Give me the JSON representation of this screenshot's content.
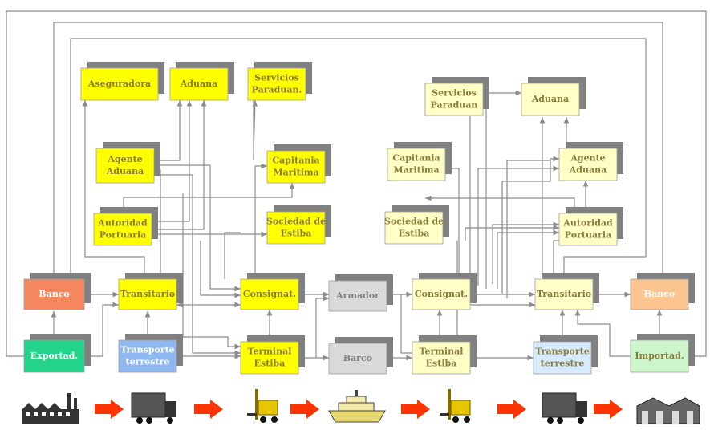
{
  "nodes": {
    "aseguradora": {
      "label": [
        "Aseguradora"
      ],
      "color": "#ffff00",
      "text_color": "#8a7d3c"
    },
    "aduana_exp": {
      "label": [
        "Aduana"
      ],
      "color": "#ffff00",
      "text_color": "#8a7d3c"
    },
    "servicios_exp": {
      "label": [
        "Servicios",
        "Paraduan."
      ],
      "color": "#ffff00",
      "text_color": "#8a7d3c"
    },
    "agente_exp": {
      "label": [
        "Agente",
        "Aduana"
      ],
      "color": "#ffff00",
      "text_color": "#8a7d3c"
    },
    "capitania_exp": {
      "label": [
        "Capitania",
        "Maritima"
      ],
      "color": "#ffff00",
      "text_color": "#8a7d3c"
    },
    "autoridad_exp": {
      "label": [
        "Autoridad",
        "Portuaria"
      ],
      "color": "#ffff00",
      "text_color": "#8a7d3c"
    },
    "sociedad_exp": {
      "label": [
        "Sociedad de",
        "Estiba"
      ],
      "color": "#ffff00",
      "text_color": "#8a7d3c"
    },
    "banco_exp": {
      "label": [
        "Banco"
      ],
      "color": "#f4875d",
      "text_color": "#ffffff"
    },
    "transitario_exp": {
      "label": [
        "Transitario"
      ],
      "color": "#ffff00",
      "text_color": "#8a7d3c"
    },
    "consignat_exp": {
      "label": [
        "Consignat."
      ],
      "color": "#ffff00",
      "text_color": "#8a7d3c"
    },
    "armador": {
      "label": [
        "Armador"
      ],
      "color": "#d9d9d9",
      "text_color": "#7f7f7f"
    },
    "exportad": {
      "label": [
        "Exportad."
      ],
      "color": "#23d38a",
      "text_color": "#ffffff"
    },
    "transporte_exp": {
      "label": [
        "Transporte",
        "terrestre"
      ],
      "color": "#8fb7f0",
      "text_color": "#ffffff"
    },
    "terminal_exp": {
      "label": [
        "Terminal",
        "Estiba"
      ],
      "color": "#ffff00",
      "text_color": "#8a7d3c"
    },
    "barco": {
      "label": [
        "Barco"
      ],
      "color": "#d9d9d9",
      "text_color": "#7f7f7f"
    },
    "servicios_imp": {
      "label": [
        "Servicios",
        "Paraduan"
      ],
      "color": "#ffffc6",
      "text_color": "#8a7d3c"
    },
    "aduana_imp": {
      "label": [
        "Aduana"
      ],
      "color": "#ffffc6",
      "text_color": "#8a7d3c"
    },
    "capitania_imp": {
      "label": [
        "Capitania",
        "Maritima"
      ],
      "color": "#ffffc6",
      "text_color": "#8a7d3c"
    },
    "agente_imp": {
      "label": [
        "Agente",
        "Aduana"
      ],
      "color": "#ffffc6",
      "text_color": "#8a7d3c"
    },
    "sociedad_imp": {
      "label": [
        "Sociedad de",
        "Estiba"
      ],
      "color": "#ffffc6",
      "text_color": "#8a7d3c"
    },
    "autoridad_imp": {
      "label": [
        "Autoridad",
        "Portuaria"
      ],
      "color": "#ffffc6",
      "text_color": "#8a7d3c"
    },
    "consignat_imp": {
      "label": [
        "Consignat."
      ],
      "color": "#ffffc6",
      "text_color": "#8a7d3c"
    },
    "transitario_imp": {
      "label": [
        "Transitario"
      ],
      "color": "#ffffc6",
      "text_color": "#8a7d3c"
    },
    "banco_imp": {
      "label": [
        "Banco"
      ],
      "color": "#fcc490",
      "text_color": "#ffffff"
    },
    "terminal_imp": {
      "label": [
        "Terminal",
        "Estiba"
      ],
      "color": "#ffffc6",
      "text_color": "#8a7d3c"
    },
    "transporte_imp": {
      "label": [
        "Transporte",
        "terrestre"
      ],
      "color": "#d6ebff",
      "text_color": "#8a7d3c"
    },
    "importad": {
      "label": [
        "Importad."
      ],
      "color": "#ccf5cc",
      "text_color": "#8a7d3c"
    }
  },
  "shadow_color": "#808080",
  "edge_color": "#8c8c8c",
  "bottom_strip": {
    "icons": [
      "factory-icon",
      "truck-icon",
      "forklift-icon",
      "ship-icon",
      "forklift-icon",
      "truck-icon",
      "warehouse-icon"
    ],
    "arrow_color": "#ff3300"
  }
}
